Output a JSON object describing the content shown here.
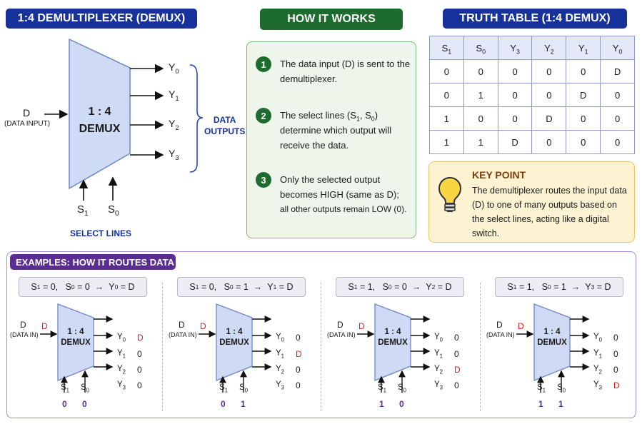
{
  "diagram": {
    "title": "1:4 DEMULTIPLEXER (DEMUX)",
    "block_label_line1": "1 : 4",
    "block_label_line2": "DEMUX",
    "input_label": "D",
    "input_sublabel": "(DATA INPUT)",
    "outputs_label_line1": "DATA",
    "outputs_label_line2": "OUTPUTS",
    "select_lines_label": "SELECT LINES",
    "outputs": [
      {
        "base": "Y",
        "sub": "0"
      },
      {
        "base": "Y",
        "sub": "1"
      },
      {
        "base": "Y",
        "sub": "2"
      },
      {
        "base": "Y",
        "sub": "3"
      }
    ],
    "selects": [
      {
        "base": "S",
        "sub": "1"
      },
      {
        "base": "S",
        "sub": "0"
      }
    ]
  },
  "how_it_works": {
    "title": "HOW IT WORKS",
    "steps": [
      {
        "num": "1",
        "text_a": "The data input (D) is sent to the demultiplexer."
      },
      {
        "num": "2",
        "text_a": "The select lines (S",
        "sub1": "1",
        "text_b": ", S",
        "sub2": "0",
        "text_c": ") determine which output will receive the data."
      },
      {
        "num": "3",
        "text_a": "Only the selected output becomes HIGH (same as D);",
        "text_b": "all other outputs remain LOW (0)."
      }
    ]
  },
  "truth_table": {
    "title": "TRUTH TABLE (1:4 DEMUX)",
    "headers": [
      {
        "base": "S",
        "sub": "1"
      },
      {
        "base": "S",
        "sub": "0"
      },
      {
        "base": "Y",
        "sub": "3"
      },
      {
        "base": "Y",
        "sub": "2"
      },
      {
        "base": "Y",
        "sub": "1"
      },
      {
        "base": "Y",
        "sub": "0"
      }
    ],
    "rows": [
      [
        "0",
        "0",
        "0",
        "0",
        "0",
        "D"
      ],
      [
        "0",
        "1",
        "0",
        "0",
        "D",
        "0"
      ],
      [
        "1",
        "0",
        "0",
        "D",
        "0",
        "0"
      ],
      [
        "1",
        "1",
        "D",
        "0",
        "0",
        "0"
      ]
    ]
  },
  "key_point": {
    "title": "KEY POINT",
    "text": "The demultiplexer routes the input data (D) to one of many outputs based on the select lines, acting like a digital switch.",
    "icon": "lightbulb-icon"
  },
  "examples": {
    "title": "EXAMPLES: HOW IT ROUTES DATA",
    "input_label": "D",
    "input_sublabel": "(DATA IN)",
    "input_value": "D",
    "block_line1": "1 : 4",
    "block_line2": "DEMUX",
    "items": [
      {
        "s1": "0",
        "s0": "0",
        "sel": "0",
        "outputs": [
          "D",
          "0",
          "0",
          "0"
        ]
      },
      {
        "s1": "0",
        "s0": "1",
        "sel": "1",
        "outputs": [
          "0",
          "D",
          "0",
          "0"
        ]
      },
      {
        "s1": "1",
        "s0": "0",
        "sel": "2",
        "outputs": [
          "0",
          "0",
          "D",
          "0"
        ]
      },
      {
        "s1": "1",
        "s0": "1",
        "sel": "3",
        "outputs": [
          "0",
          "0",
          "0",
          "D"
        ]
      }
    ]
  },
  "colors": {
    "blue": "#17339b",
    "green": "#1e6b2e",
    "purple": "#5a2d91",
    "red": "#d32020",
    "block_fill": "#cfdaf4"
  }
}
